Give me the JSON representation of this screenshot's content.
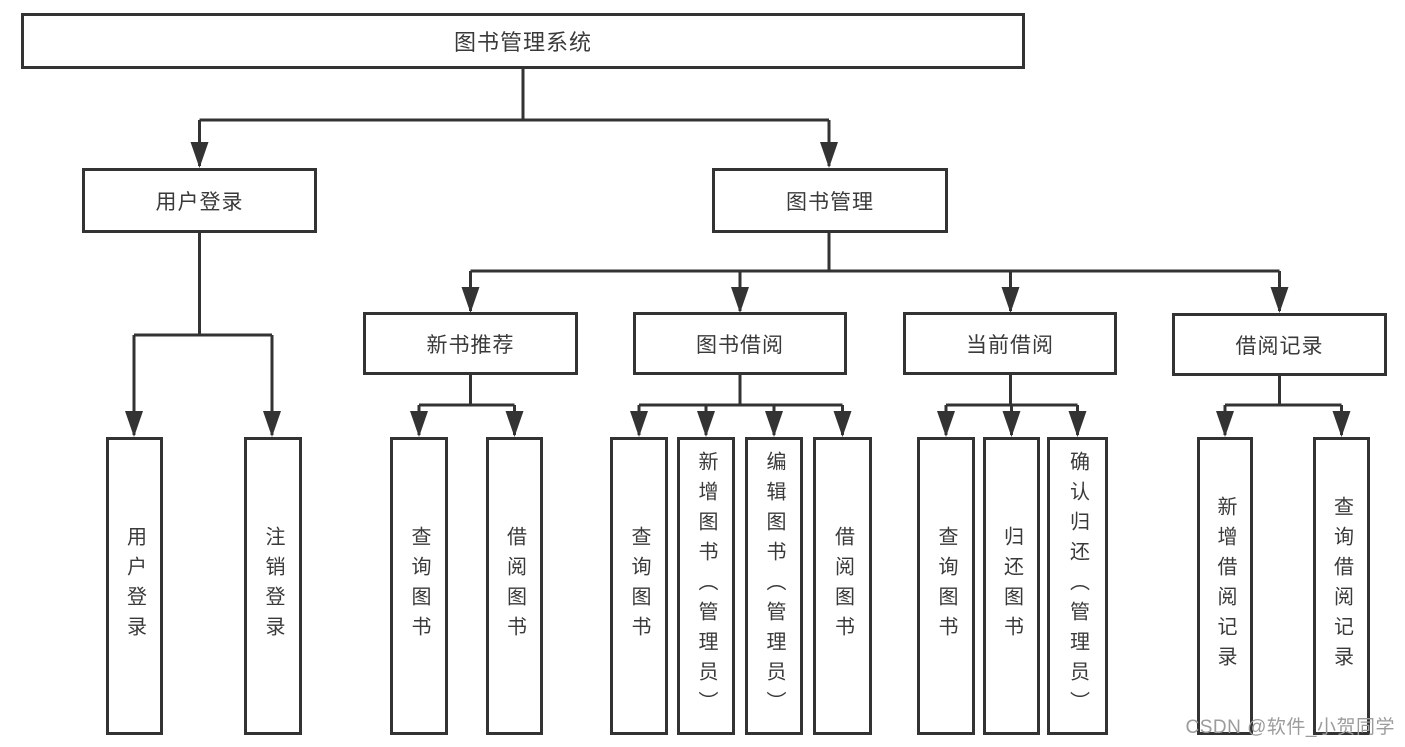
{
  "nodes": {
    "root": "图书管理系统",
    "user_login": "用户登录",
    "book_mgmt": "图书管理",
    "new_books": "新书推荐",
    "book_borrow": "图书借阅",
    "current_borrow": "当前借阅",
    "borrow_records": "借阅记录",
    "ul_login": "用户登录",
    "ul_logout": "注销登录",
    "nb_query": "查询图书",
    "nb_borrow": "借阅图书",
    "bb_query": "查询图书",
    "bb_add": "新增图书（管理员）",
    "bb_edit": "编辑图书（管理员）",
    "bb_borrow": "借阅图书",
    "cb_query": "查询图书",
    "cb_return": "归还图书",
    "cb_confirm": "确认归还（管理员）",
    "br_add": "新增借阅记录",
    "br_query": "查询借阅记录"
  },
  "watermark": "CSDN @软件_小贺同学",
  "colors": {
    "line": "#333333",
    "text": "#3a3a3a",
    "watermark": "#9c9c9c",
    "background": "#ffffff"
  }
}
